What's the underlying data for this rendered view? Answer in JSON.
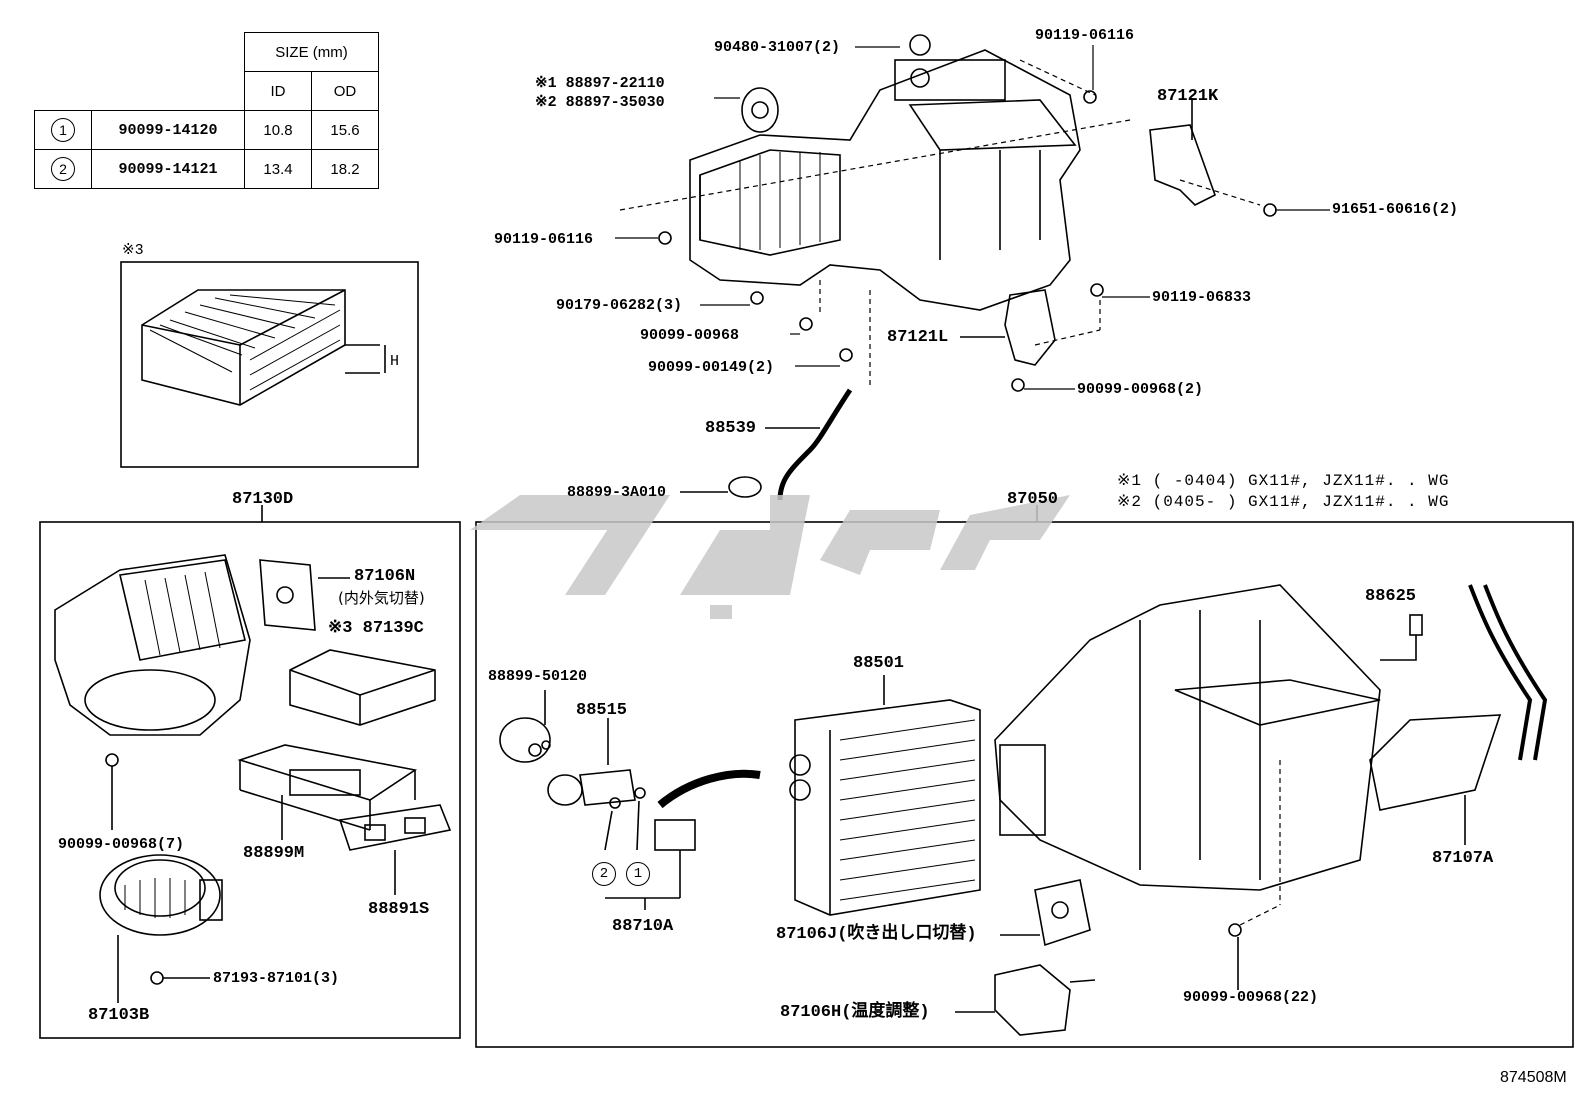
{
  "size_table": {
    "header": "SIZE (mm)",
    "col_id": "ID",
    "col_od": "OD",
    "rows": [
      {
        "ref": "1",
        "part": "90099-14120",
        "id": "10.8",
        "od": "15.6"
      },
      {
        "ref": "2",
        "part": "90099-14121",
        "id": "13.4",
        "od": "18.2"
      }
    ]
  },
  "filter_box": {
    "mark": "※3",
    "dim": "H"
  },
  "labels": {
    "p90480": "90480-31007(2)",
    "p90119a": "90119-06116",
    "p88897_1": "※1 88897-22110",
    "p88897_2": "※2 88897-35030",
    "p87121k": "87121K",
    "p91651": "91651-60616(2)",
    "p90119b": "90119-06116",
    "p90179": "90179-06282(3)",
    "p90119c": "90119-06833",
    "p90099a": "90099-00968",
    "p87121l": "87121L",
    "p90099b": "90099-00149(2)",
    "p90099c": "90099-00968(2)",
    "p88539": "88539",
    "p88899a": "88899-3A010",
    "p87130d": "87130D",
    "p87050": "87050",
    "p87106n": "87106N",
    "p87106n_sub": "(内外気切替)",
    "p87139c": "※3 87139C",
    "p90099d": "90099-00968(7)",
    "p88899m": "88899M",
    "p88891s": "88891S",
    "p87193": "87193-87101(3)",
    "p87103b": "87103B",
    "p88899b": "88899-50120",
    "p88515": "88515",
    "p88501": "88501",
    "p88625": "88625",
    "p87107a": "87107A",
    "p88710a": "88710A",
    "p87106j": "87106J(吹き出し口切替)",
    "p90099e": "90099-00968(22)",
    "p87106h": "87106H(温度調整)",
    "ref1": "1",
    "ref2": "2",
    "code": "874508M"
  },
  "notes": {
    "n1": "※1 (    -0404) GX11#, JZX11#. . WG",
    "n2": "※2 (0405-    ) GX11#, JZX11#. . WG"
  },
  "colors": {
    "line": "#000000",
    "watermark": "#c8c8c8"
  }
}
